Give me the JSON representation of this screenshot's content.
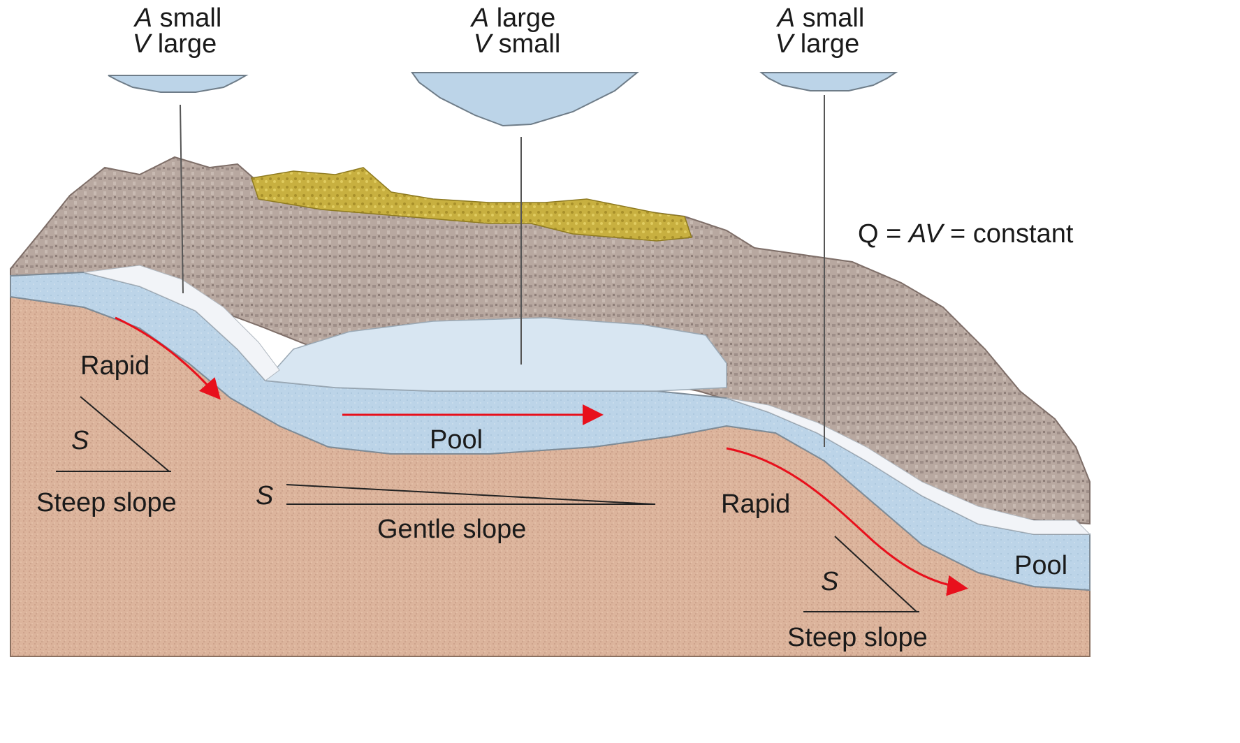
{
  "labels": {
    "section_left": {
      "a_var": "A",
      "a_desc": " small",
      "v_var": "V",
      "v_desc": " large"
    },
    "section_middle": {
      "a_var": "A",
      "a_desc": " large",
      "v_var": "V",
      "v_desc": " small"
    },
    "section_right": {
      "a_var": "A",
      "a_desc": " small",
      "v_var": "V",
      "v_desc": " large"
    },
    "equation": {
      "q": "Q = ",
      "av": "AV",
      "rest": " = constant"
    },
    "rapid_left": "Rapid",
    "rapid_right": "Rapid",
    "pool_middle": "Pool",
    "pool_right": "Pool",
    "slope_symbol": "S",
    "steep_slope_left": "Steep slope",
    "gentle_slope": "Gentle slope",
    "steep_slope_right": "Steep slope"
  },
  "colors": {
    "sediment": "#dcb49c",
    "water": "#bcd4e8",
    "water_light": "#d8e6f2",
    "rock": "#b8a8a0",
    "rock_dark": "#8e7e78",
    "vegetation": "#c8b040",
    "foam": "#f2f4f8",
    "flow_arrow": "#e8101c"
  }
}
